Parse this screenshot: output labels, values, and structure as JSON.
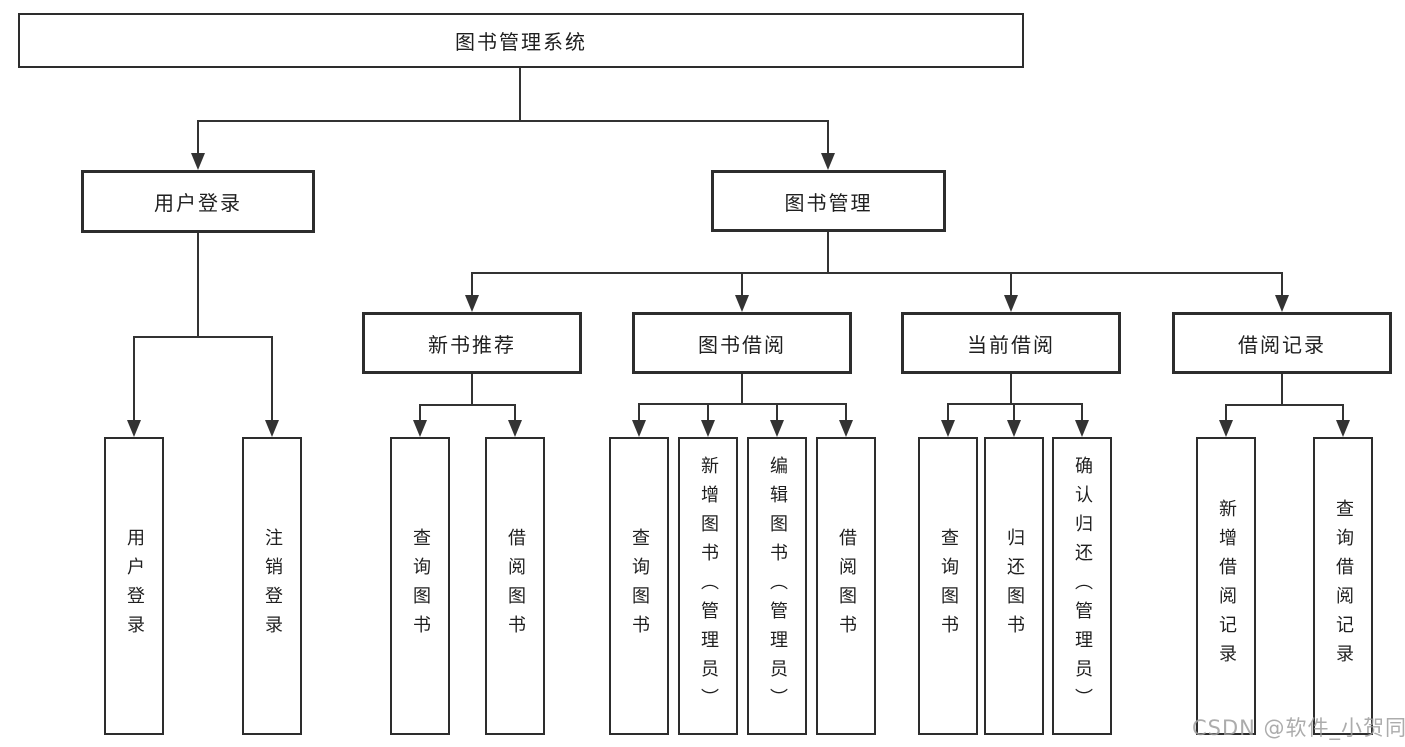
{
  "page": {
    "watermark": "CSDN @软件_小贺同学",
    "colors": {
      "background": "#ffffff",
      "line": "#333333",
      "box_border": "#2d2d2d",
      "text": "#1f1f1f",
      "watermark": "#9e9e9e"
    }
  },
  "tree": {
    "root": {
      "label": "图书管理系统",
      "children": [
        {
          "label": "用户登录",
          "children": [
            {
              "label": "用户登录"
            },
            {
              "label": "注销登录"
            }
          ]
        },
        {
          "label": "图书管理",
          "children": [
            {
              "label": "新书推荐",
              "children": [
                {
                  "label": "查询图书"
                },
                {
                  "label": "借阅图书"
                }
              ]
            },
            {
              "label": "图书借阅",
              "children": [
                {
                  "label": "查询图书"
                },
                {
                  "label": "新增图书（管理员）"
                },
                {
                  "label": "编辑图书（管理员）"
                },
                {
                  "label": "借阅图书"
                }
              ]
            },
            {
              "label": "当前借阅",
              "children": [
                {
                  "label": "查询图书"
                },
                {
                  "label": "归还图书"
                },
                {
                  "label": "确认归还（管理员）"
                }
              ]
            },
            {
              "label": "借阅记录",
              "children": [
                {
                  "label": "新增借阅记录"
                },
                {
                  "label": "查询借阅记录"
                }
              ]
            }
          ]
        }
      ]
    }
  }
}
